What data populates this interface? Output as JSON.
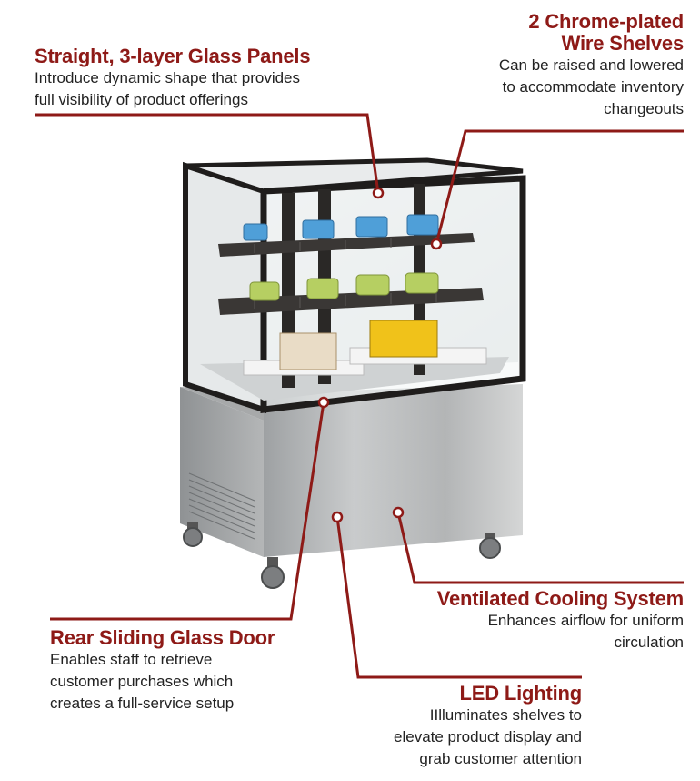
{
  "callouts": {
    "glass_panels": {
      "title": "Straight, 3-layer Glass Panels",
      "lines": [
        "Introduce dynamic shape that provides",
        "full visibility of product offerings"
      ]
    },
    "wire_shelves": {
      "title_lines": [
        "2 Chrome-plated",
        "Wire Shelves"
      ],
      "lines": [
        "Can be raised and lowered",
        "to accommodate inventory",
        "changeouts"
      ]
    },
    "cooling": {
      "title": "Ventilated Cooling System",
      "lines": [
        "Enhances airflow for uniform",
        "circulation"
      ]
    },
    "door": {
      "title": "Rear Sliding Glass Door",
      "lines": [
        "Enables staff to retrieve",
        "customer purchases which",
        "creates a full-service setup"
      ]
    },
    "led": {
      "title": "LED Lighting",
      "lines": [
        "IIlluminates shelves to",
        "elevate product display and",
        "grab customer attention"
      ]
    }
  },
  "colors": {
    "accent": "#8e1a17",
    "text": "#222222",
    "frame": "#1f1d1c",
    "steel": "#b8babb"
  }
}
